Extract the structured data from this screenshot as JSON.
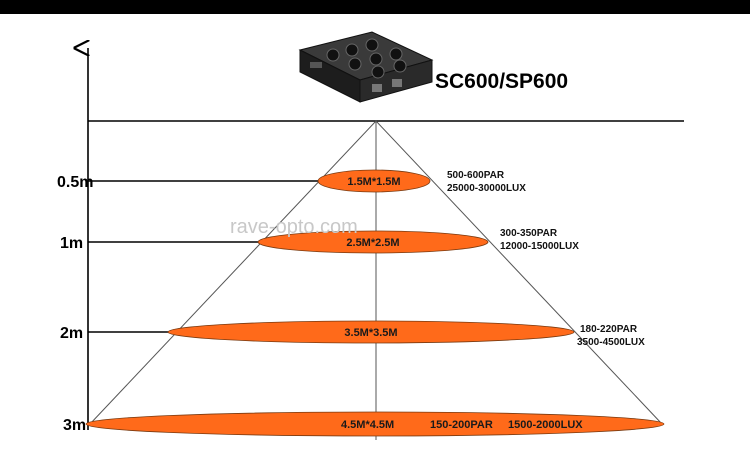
{
  "product": {
    "title": "SC600/SP600"
  },
  "watermark": {
    "text": "rave-opto.com"
  },
  "colors": {
    "beam": "#ff6a1a",
    "line": "#555555",
    "axis": "#000000",
    "background": "#ffffff"
  },
  "levels": [
    {
      "height": "0.5m",
      "area": "1.5M*1.5M",
      "par": "500-600PAR",
      "lux": "25000-30000LUX"
    },
    {
      "height": "1m",
      "area": "2.5M*2.5M",
      "par": "300-350PAR",
      "lux": "12000-15000LUX"
    },
    {
      "height": "2m",
      "area": "3.5M*3.5M",
      "par": "180-220PAR",
      "lux": "3500-4500LUX"
    },
    {
      "height": "3m",
      "area": "4.5M*4.5M",
      "par": "150-200PAR",
      "lux": "1500-2000LUX"
    }
  ],
  "icons": {
    "product_image": "led-grow-light-fixture"
  }
}
